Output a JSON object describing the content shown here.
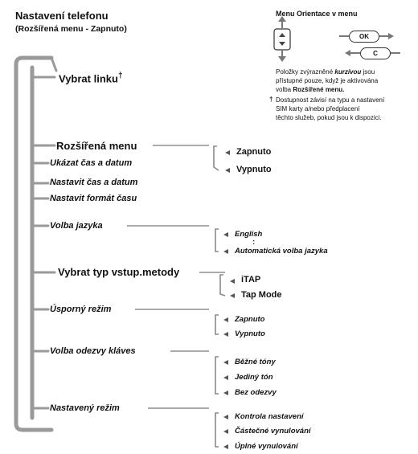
{
  "header": {
    "title": "Nastavení telefonu",
    "subtitle": "(Rozšířená menu - Zapnuto)"
  },
  "legend": {
    "title": "Menu Orientace v menu",
    "ok_key": "OK",
    "c_key": "C",
    "note_1a": "Položky zvýrazněné ",
    "note_1b": "kurzívou",
    "note_1c": " jsou",
    "note_2": "přístupné pouze, když je aktivována",
    "note_3a": "volba ",
    "note_3b": "Rozšířené menu",
    "note_3c": ".",
    "dagger": "†",
    "note_4": "Dostupnost závisí na typu a nastavení",
    "note_5": "SIM karty a/nebo předplacení",
    "note_6": "těchto služeb, pokud jsou k dispozici."
  },
  "menu": {
    "vybrat_linku": "Vybrat linku",
    "dagger": "†",
    "rozsirena_menu": "Rozšířená menu",
    "ukazat_cas": "Ukázat čas a datum",
    "nastavit_cas": "Nastavit čas a datum",
    "nastavit_format": "Nastavit formát času",
    "volba_jazyka": "Volba jazyka",
    "vybrat_typ": "Vybrat typ vstup.metody",
    "usporny_rezim": "Úsporný režim",
    "volba_odezvy": "Volba odezvy kláves",
    "nastaveny_rezim": "Nastavený režim"
  },
  "submenus": {
    "rozsirena": [
      "Zapnuto",
      "Vypnuto"
    ],
    "jazyk_first": "English",
    "jazyk_dots": ":",
    "jazyk_last": "Automatická volba jazyka",
    "vstup": [
      "iTAP",
      "Tap Mode"
    ],
    "usporny": [
      "Zapnuto",
      "Vypnuto"
    ],
    "odezva": [
      "Běžné tóny",
      "Jediný tón",
      "Bez odezvy"
    ],
    "nastaveny": [
      "Kontrola nastavení",
      "Částečné vynulování",
      "Úplné vynulování"
    ]
  }
}
